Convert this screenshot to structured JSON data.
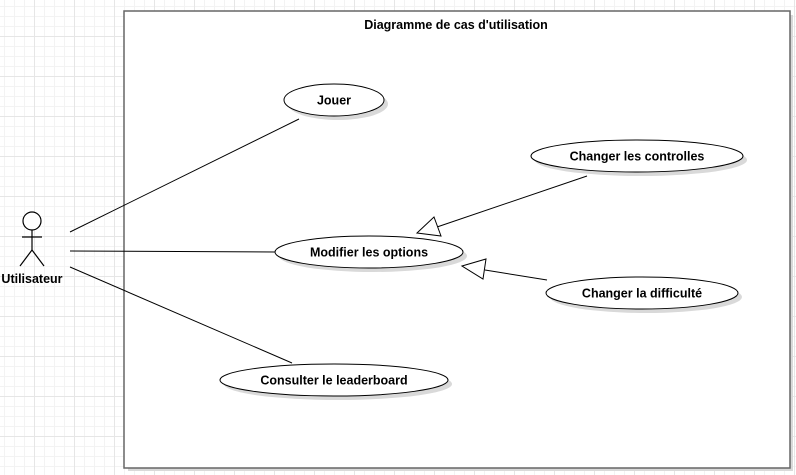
{
  "diagram": {
    "system_title": "Diagramme de cas d'utilisation",
    "actor": {
      "label": "Utilisateur"
    },
    "use_cases": {
      "play": "Jouer",
      "options": "Modifier les options",
      "controls": "Changer les controlles",
      "difficulty": "Changer la difficulté",
      "leaderboard": "Consulter le leaderboard"
    },
    "colors": {
      "line": "#000000",
      "box_border": "#666666",
      "shadow": "#d9d9d9",
      "fill": "#ffffff"
    }
  }
}
